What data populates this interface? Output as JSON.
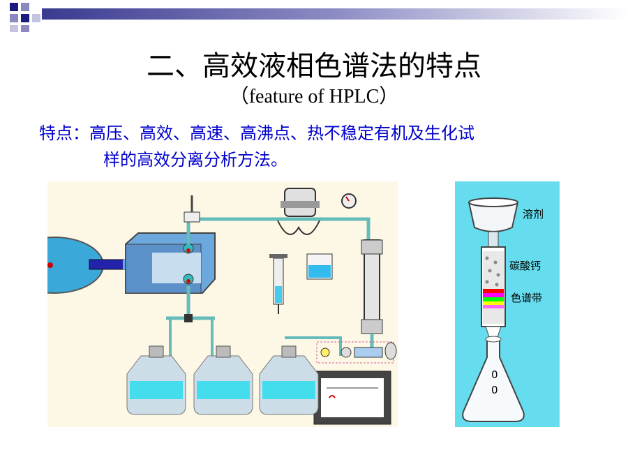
{
  "slide": {
    "title": "二、高效液相色谱法的特点",
    "subtitle": "（feature of HPLC）",
    "feature_line1": "特点：高压、高效、高速、高沸点、热不稳定有机及生化试",
    "feature_line2": "样的高效分离分析方法。"
  },
  "column_diagram": {
    "labels": {
      "solvent": "溶剂",
      "calcium_carbonate": "碳酸钙",
      "chromatographic_band": "色谱带"
    },
    "band_colors": [
      "#ff0000",
      "#ff00ff",
      "#00ff00",
      "#ffff00",
      "#ff66ff"
    ]
  },
  "colors": {
    "heading": "#000000",
    "feature_text": "#0000cc",
    "fig_left_bg": "#fdf8e6",
    "fig_right_bg": "#66ddee",
    "band_dark": "#1a1a80",
    "band_light": "#9999cc"
  }
}
